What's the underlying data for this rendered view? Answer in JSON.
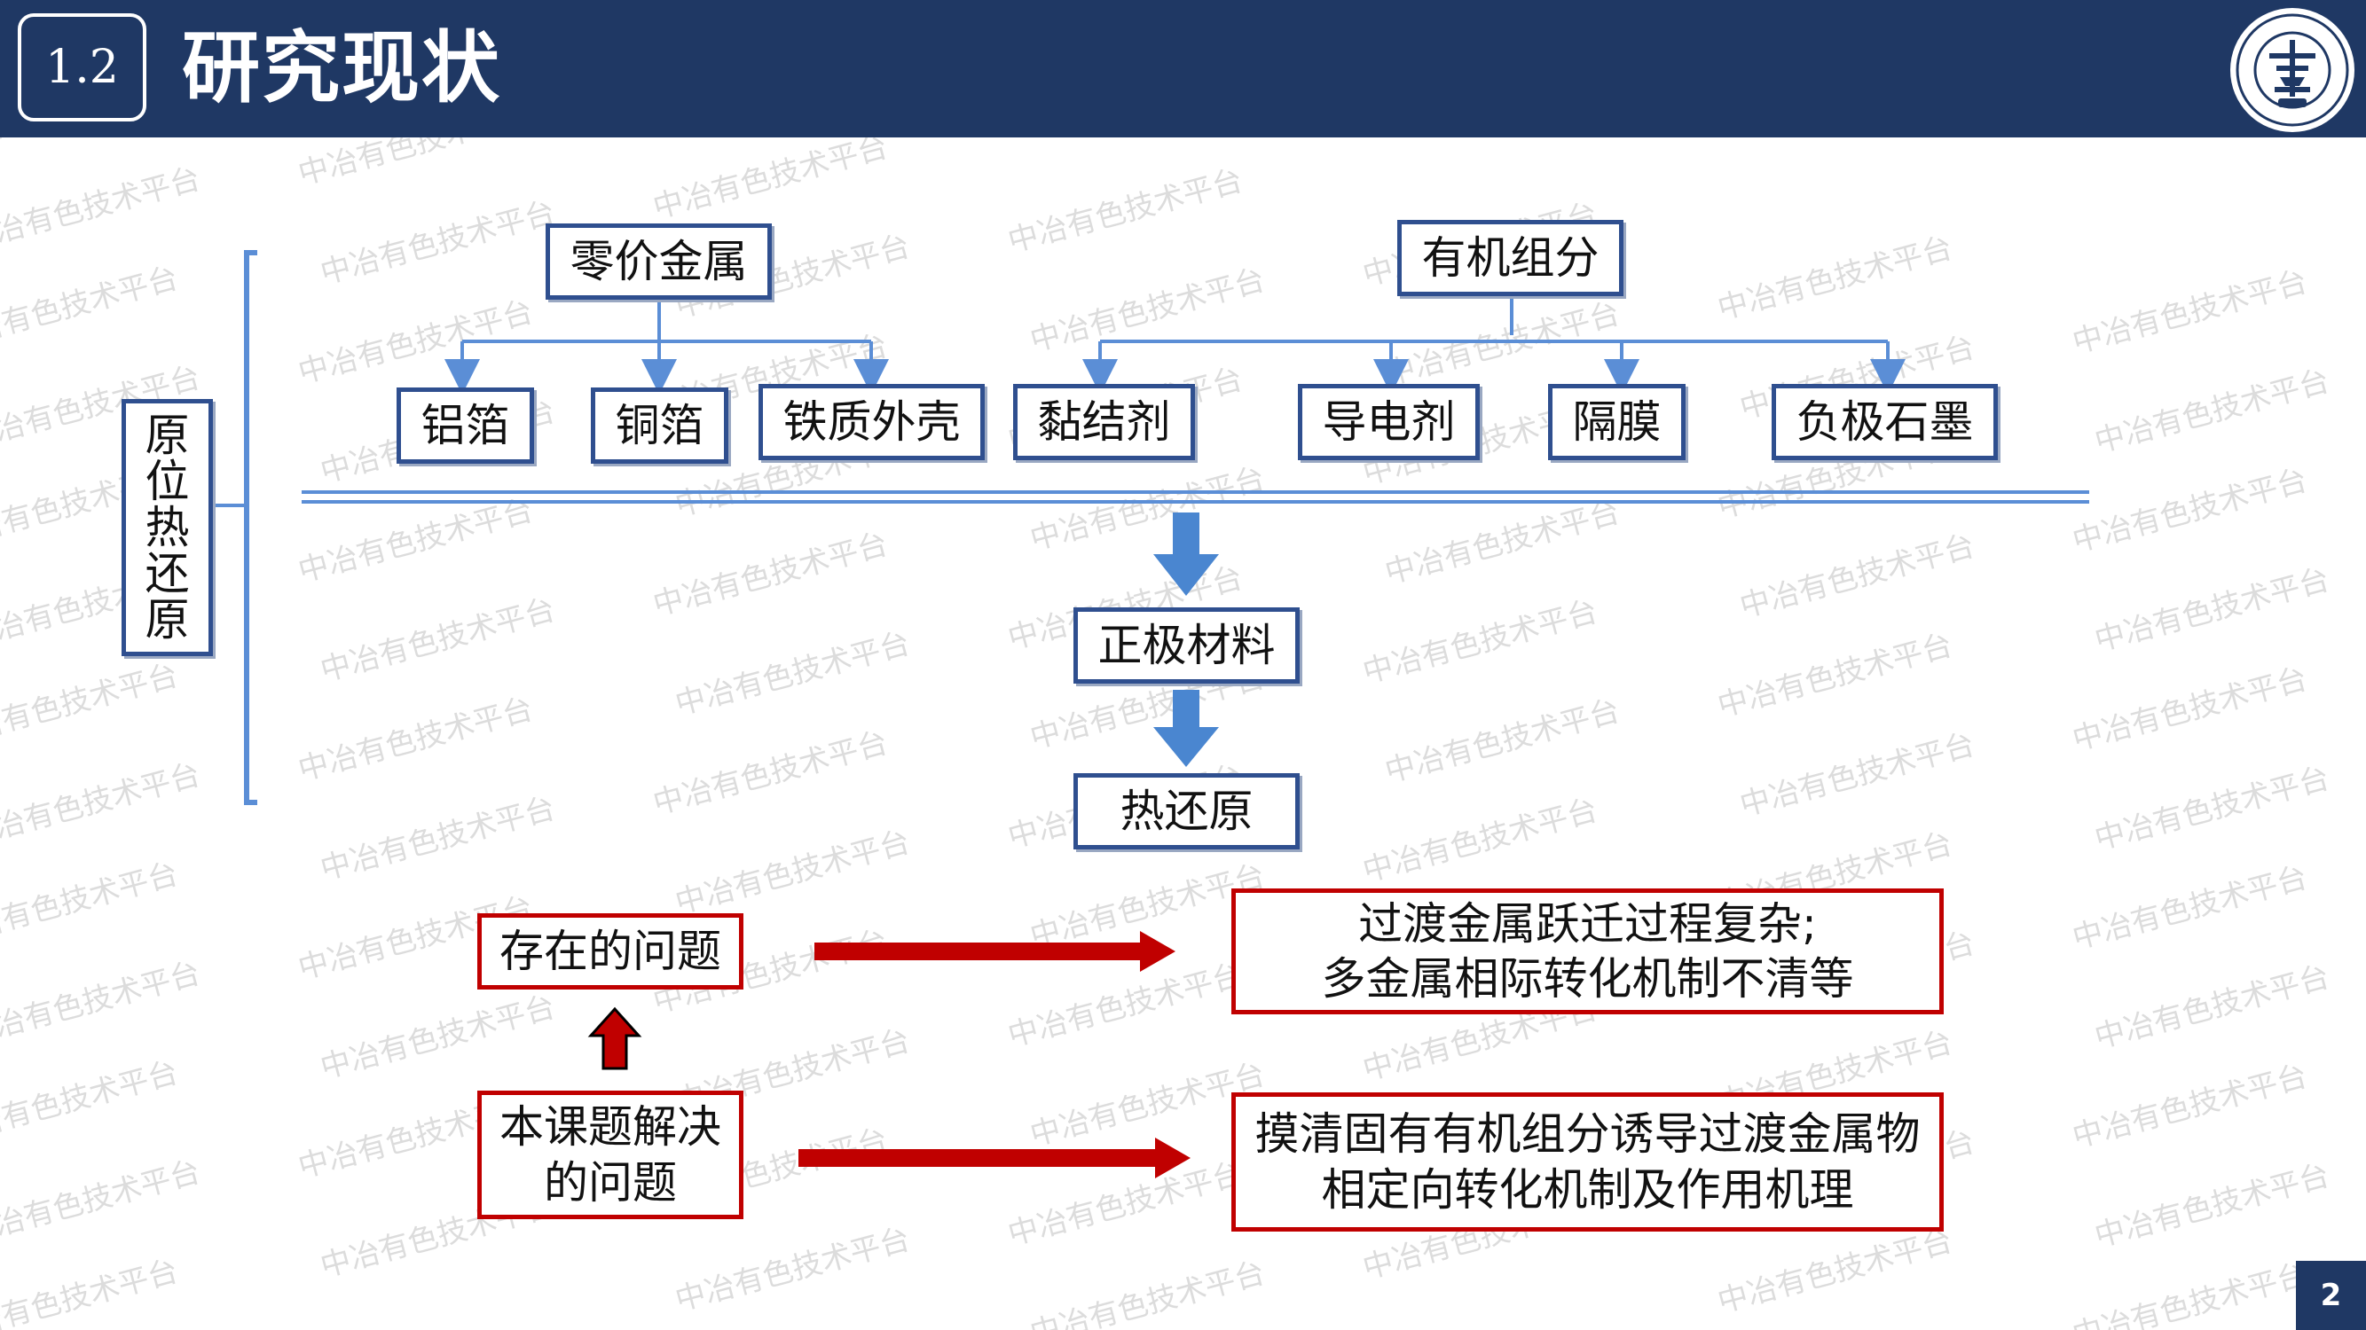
{
  "header": {
    "section_number": "1.2",
    "title": "研究现状"
  },
  "diagram": {
    "side_label_chars": [
      "原",
      "位",
      "热",
      "还",
      "原"
    ],
    "zero_valent_metal": "零价金属",
    "metal_children": [
      "铝箔",
      "铜箔",
      "铁质外壳"
    ],
    "organic_components": "有机组分",
    "organic_children": [
      "黏结剂",
      "导电剂",
      "隔膜",
      "负极石墨"
    ],
    "cathode_material": "正极材料",
    "thermal_reduction": "热还原"
  },
  "issues": {
    "existing_problems": "存在的问题",
    "problem_desc_line1": "过渡金属跃迁过程复杂;",
    "problem_desc_line2": "多金属相际转化机制不清等",
    "solved_line1": "本课题解决",
    "solved_line2": "的问题",
    "solution_line1": "摸清固有有机组分诱导过渡金属物",
    "solution_line2": "相定向转化机制及作用机理"
  },
  "watermark": "中冶有色技术平台",
  "page_number": "2",
  "colors": {
    "header_bg": "#1f3864",
    "box_border_blue": "#2f4f8f",
    "connector_blue": "#5b8ed6",
    "arrow_blue": "#4a86d0",
    "red": "#c00000"
  }
}
